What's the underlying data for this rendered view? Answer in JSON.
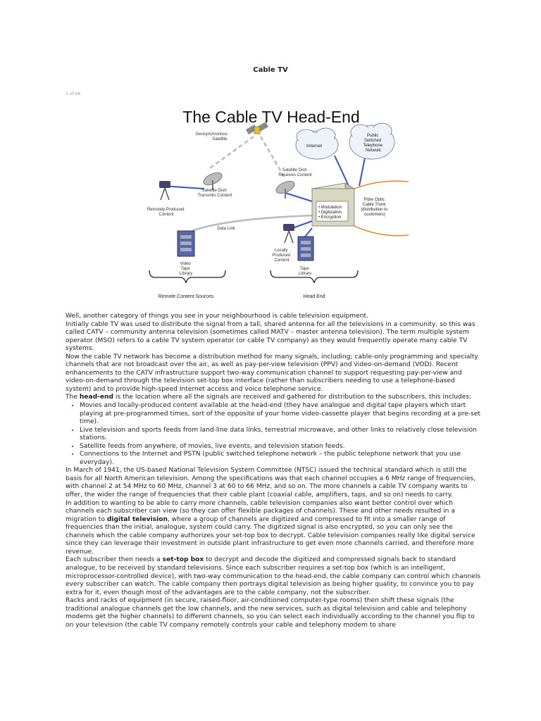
{
  "doc": {
    "title": "Cable TV",
    "page_indicator": "1 of 46"
  },
  "diagram": {
    "heading": "The Cable TV Head-End",
    "labels": {
      "satellite": [
        "Geosynchronous",
        "Satellite"
      ],
      "internet": "Internet",
      "pstn": [
        "Public",
        "Switched",
        "Telephone",
        "Network"
      ],
      "dish_transmit": [
        "Satellite Dish",
        "Transmits Content"
      ],
      "dish_receive": [
        "Satellite Dish",
        "Receives Content"
      ],
      "remote_content": [
        "Remotely Produced",
        "Content"
      ],
      "data_link": "Data Link",
      "video_library": [
        "Video",
        "Tape",
        "Library"
      ],
      "local_content": [
        "Locally",
        "Produced",
        "Content"
      ],
      "tape_library": [
        "Tape",
        "Library"
      ],
      "headend_box": [
        "• Modulation",
        "• Digitization",
        "• Encryption"
      ],
      "fibre": [
        "Fibre Optic",
        "Cable Trunk",
        "(distribution to",
        "customers)"
      ],
      "remote_sources": "Remote Content Sources",
      "head_end": "Head End"
    }
  },
  "content": {
    "p1": "Well, another category of things you see in your neighbourhood is cable television equipment.",
    "p2": "Initially cable TV was used to distribute the signal from a tall, shared antenna for all the televisions in a community, so this was called CATV – community antenna television (sometimes called MATV – master antenna television). The term multiple system operator (MSO) refers to a cable TV system operator (or cable TV company) as they would frequently operate many cable TV systems.",
    "p3": "Now the cable TV network has become a distribution method for many signals, including; cable-only programming and specialty channels that are not broadcast over the air, as well as pay-per-view television (PPV) and video-on-demand (VOD). Recent enhancements to the CATV infrastructure support two-way communication channel to support requesting pay-per-view and video-on-demand through the television set-top box interface (rather than subscribers needing to use a telephone-based system) and to provide high-speed Internet access and voice telephone service.",
    "p4_pre": "The ",
    "p4_bold": "head-end",
    "p4_post": " is the location where all the signals are received and gathered for distribution to the subscribers, this includes:",
    "bullets": [
      "Movies and locally-produced content available at the head-end (they have analogue and digital tape players which start playing at pre-programmed times, sort of the opposite of your home video-cassette player that begins recording at a pre-set time).",
      "Live television and sports feeds from land-line data links, terrestrial microwave, and other links to relatively close television stations.",
      "Satellite feeds from anywhere, of movies, live events, and television station feeds.",
      "Connections to the Internet and PSTN (public switched telephone network – the public telephone network that you use everyday)."
    ],
    "p5": "In March of 1941, the US-based National Television System Committee (NTSC) issued the technical standard which is still the basis for all North American television. Among the specifications was that each channel occupies a 6 MHz range of frequencies, with channel 2 at 54 MHz to 60 MHz, channel 3 at 60 to 66 MHz, and so on. The more channels a cable TV company wants to offer, the wider the range of frequencies that their cable plant (coaxial cable, amplifiers, taps, and so on) needs to carry.",
    "p6_pre": "In addition to wanting to be able to carry more channels, cable television companies also want better control over which channels each subscriber can view (so they can offer flexible packages of channels). These and other needs resulted in a migration to ",
    "p6_bold": "digital television",
    "p6_post": ", where a group of channels are digitized and compressed to fit into a smaller range of frequencies than the initial, analogue, system could carry. The digitized signal is also encrypted, so you can only see the channels which the cable company authorizes your set-top box to decrypt. Cable television companies really like digital service since they can leverage their investment in outside plant infrastructure to get even more channels carried, and therefore more revenue.",
    "p7_pre": "Each subscriber then needs a ",
    "p7_bold": "set-top box",
    "p7_post": " to decrypt and decode the digitized and compressed signals back to standard analogue, to be received by standard televisions. Since each subscriber requires a set-top box (which is an intelligent, microprocessor-controlled device), with two-way communication to the head-end, the cable company can control which channels every subscriber can watch. The cable company then portrays digital television as being higher quality, to convince you to pay extra for it, even though most of the advantages are to the cable company, not the subscriber.",
    "p8": "Racks and racks of equipment (in secure, raised-floor, air-conditioned computer-type rooms) then shift these signals (the traditional analogue channels get the low channels, and the new services, such as digital television and cable and telephony modems get the higher channels) to different channels, so you can select each individually according to the channel you flip to on your television (the cable TV company remotely controls your cable and telephony modem to share"
  }
}
